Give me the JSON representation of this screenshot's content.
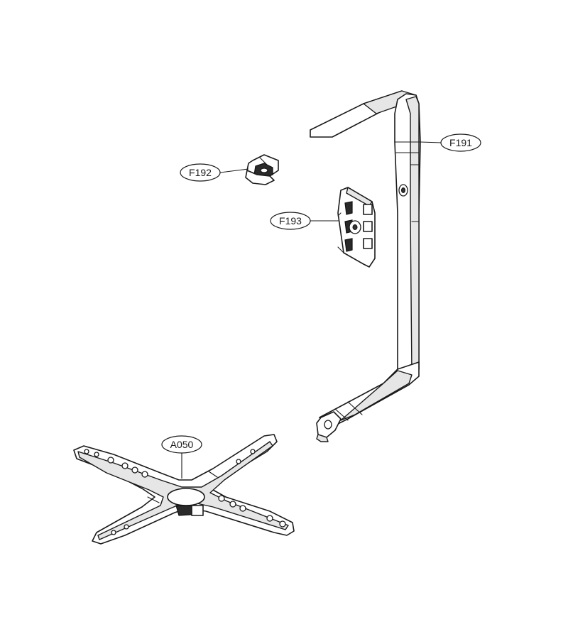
{
  "callouts": {
    "f191": "F191",
    "f192": "F192",
    "f193": "F193",
    "a050": "A050"
  },
  "colors": {
    "line": "#1a1a1a",
    "background": "#ffffff",
    "shade": "#e6e6e6"
  }
}
